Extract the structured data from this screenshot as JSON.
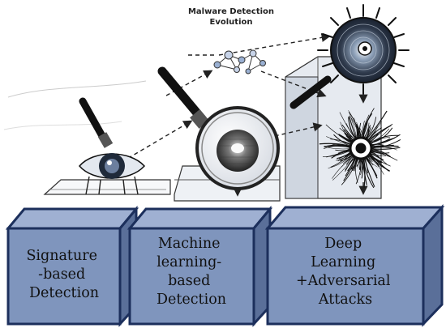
{
  "title": {
    "line1": "Malware Detection",
    "line2": "Evolution"
  },
  "stages": [
    {
      "lines": [
        "Signature",
        "-based",
        "Detection"
      ]
    },
    {
      "lines": [
        "Machine",
        "learning-",
        "based",
        "Detection"
      ]
    },
    {
      "lines": [
        "Deep",
        "Learning",
        "+Adversarial",
        "Attacks"
      ]
    }
  ],
  "colors": {
    "box_front": "#7f95bd",
    "box_side": "#5a6f99",
    "box_top": "#9fb0d2",
    "box_border": "#1c2f5c",
    "ink": "#111111"
  },
  "icons": [
    "eye-magnifier-icon",
    "magnifier-ball-icon",
    "network-nodes-icon",
    "virus-sphere-icon",
    "radial-burst-icon"
  ]
}
